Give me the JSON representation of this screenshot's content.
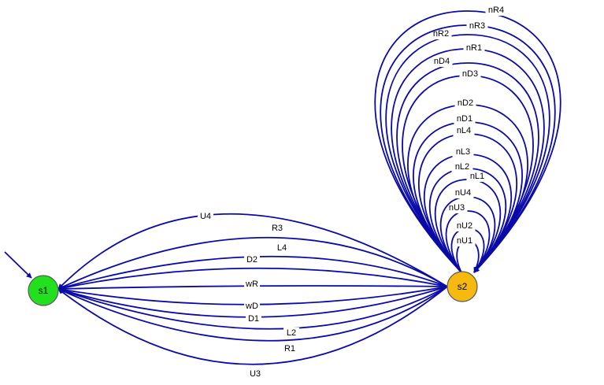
{
  "colors": {
    "edge": "#0a0aa8",
    "s1_fill": "#22e01c",
    "s2_fill": "#f6b910",
    "node_stroke": "#5a5a5a"
  },
  "nodes": {
    "s1": {
      "label": "s1"
    },
    "s2": {
      "label": "s2"
    }
  },
  "edges_s2_to_s1": [
    {
      "label": "U4"
    },
    {
      "label": "R3"
    },
    {
      "label": "L4"
    },
    {
      "label": "D2"
    },
    {
      "label": "wR"
    },
    {
      "label": "wD"
    },
    {
      "label": "D1"
    },
    {
      "label": "L2"
    },
    {
      "label": "R1"
    },
    {
      "label": "U3"
    }
  ],
  "self_loops_s2": [
    {
      "label": "nU1"
    },
    {
      "label": "nU2"
    },
    {
      "label": "nU3"
    },
    {
      "label": "nU4"
    },
    {
      "label": "nL1"
    },
    {
      "label": "nL2"
    },
    {
      "label": "nL3"
    },
    {
      "label": "nL4"
    },
    {
      "label": "nD1"
    },
    {
      "label": "nD2"
    },
    {
      "label": "nD3"
    },
    {
      "label": "nD4"
    },
    {
      "label": "nR1"
    },
    {
      "label": "nR2"
    },
    {
      "label": "nR3"
    },
    {
      "label": "nR4"
    }
  ]
}
